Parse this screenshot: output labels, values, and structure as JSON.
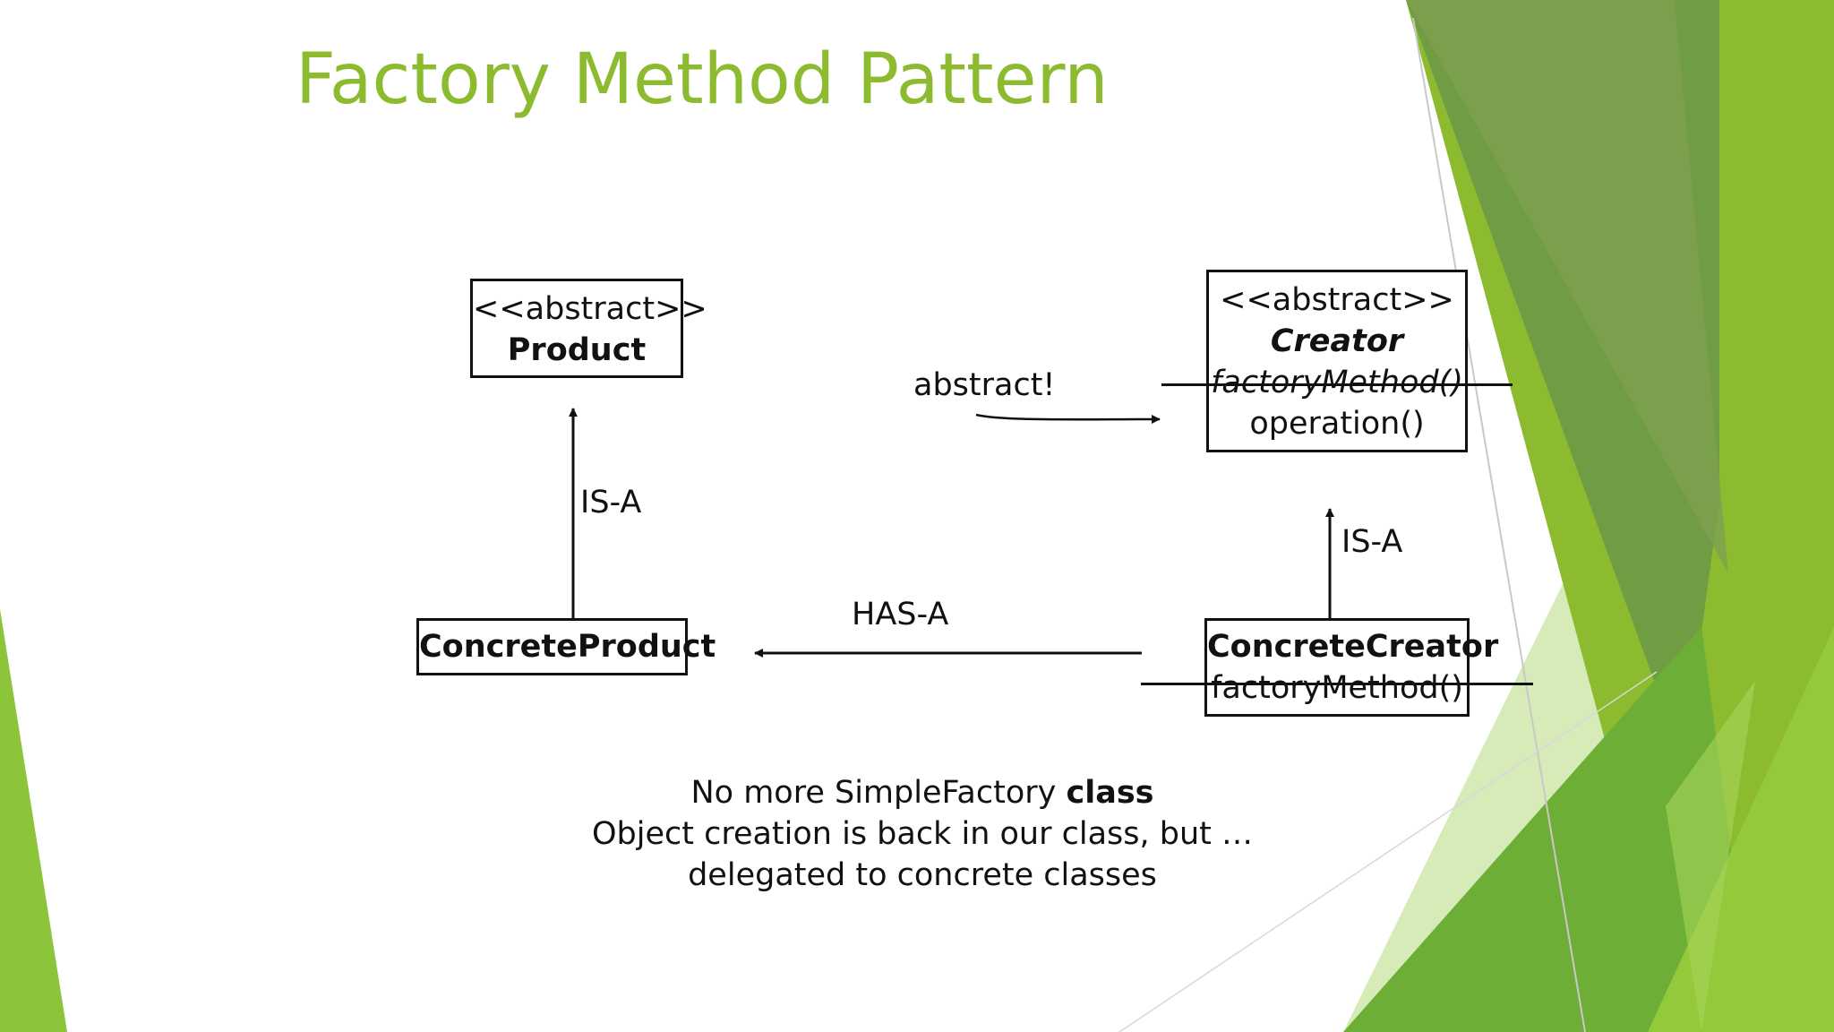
{
  "slide": {
    "title": "Factory Method Pattern",
    "accent_color": "#8dbb30"
  },
  "product": {
    "stereotype": "<<abstract>>",
    "name": "Product"
  },
  "concrete_product": {
    "name": "ConcreteProduct"
  },
  "creator": {
    "stereotype": "<<abstract>>",
    "name": "Creator",
    "method_struck": "factoryMethod()",
    "method": "operation()"
  },
  "concrete_creator": {
    "name": "ConcreteCreator",
    "method_struck": "factoryMethod()"
  },
  "relations": {
    "product_is_a": "IS-A",
    "creator_is_a": "IS-A",
    "has_a": "HAS-A"
  },
  "annotation": {
    "text": "abstract!"
  },
  "caption": {
    "line1_prefix": "No more SimpleFactory ",
    "line1_bold": "class",
    "line2": "Object creation is back in our class, but …",
    "line3": "delegated to concrete classes"
  }
}
